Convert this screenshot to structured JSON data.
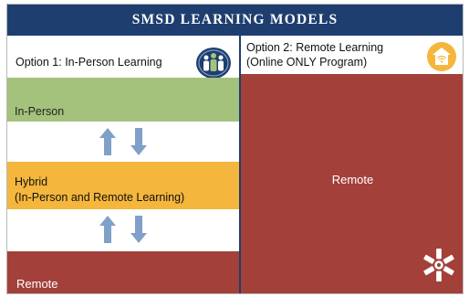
{
  "header": {
    "title": "SMSD LEARNING MODELS"
  },
  "option1": {
    "label": "Option 1: In-Person Learning",
    "icon": "people-group-icon",
    "stages": {
      "in_person": "In-Person",
      "hybrid_line1": "Hybrid",
      "hybrid_line2": "(In-Person and Remote Learning)",
      "remote": "Remote"
    }
  },
  "option2": {
    "label_line1": "Option 2: Remote Learning",
    "label_line2": "(Online ONLY Program)",
    "icon": "home-wifi-icon",
    "remote": "Remote"
  },
  "colors": {
    "header": "#1e3e6f",
    "in_person": "#a4c27c",
    "hybrid": "#f4b63c",
    "remote": "#a3403a",
    "arrows": "#7fa0c8"
  }
}
